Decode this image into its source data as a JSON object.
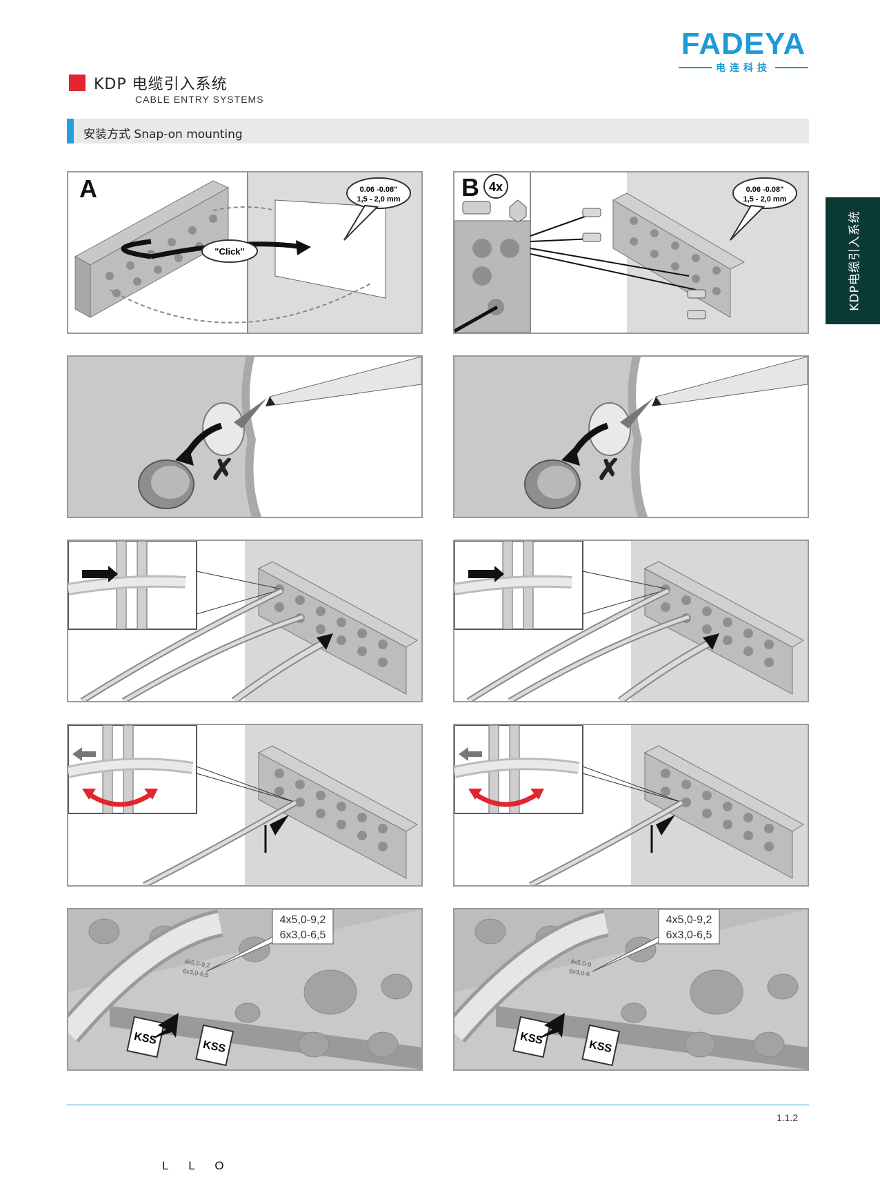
{
  "logo": {
    "word": "FADEYA",
    "sub": "电连科技"
  },
  "header": {
    "title_cn": "KDP 电缆引入系统",
    "title_en": "CABLE ENTRY SYSTEMS"
  },
  "section": {
    "label": "安装方式 Snap-on mounting"
  },
  "side_tab": {
    "label": "KDP电缆引入系统"
  },
  "panels": {
    "a1": {
      "letter": "A",
      "dim_in": "0.06 -0.08\"",
      "dim_mm": "1,5 - 2,0 mm",
      "click": "\"Click\""
    },
    "b1": {
      "letter": "B",
      "qty": "4x",
      "dim_in": "0.06 -0.08\"",
      "dim_mm": "1,5 - 2,0 mm"
    },
    "a5": {
      "spec1": "4x5,0-9,2",
      "spec2": "6x3,0-6,5",
      "small1": "4x5,0-9,2",
      "small2": "6x3,0-6,5",
      "tag1": "KSS",
      "tag2": "KSS"
    },
    "b5": {
      "spec1": "4x5,0-9,2",
      "spec2": "6x3,0-6,5",
      "small1": "4x5,0-9",
      "small2": "6x3,0-6",
      "tag1": "KSS",
      "tag2": "KSS"
    }
  },
  "colors": {
    "brand": "#1e9ad6",
    "accent_red": "#e1262d",
    "accent_blue": "#2a9fe0",
    "side_tab": "#0b3a35"
  },
  "footer": {
    "page": "1.1.2",
    "letters": [
      "L",
      "L",
      "O"
    ]
  }
}
